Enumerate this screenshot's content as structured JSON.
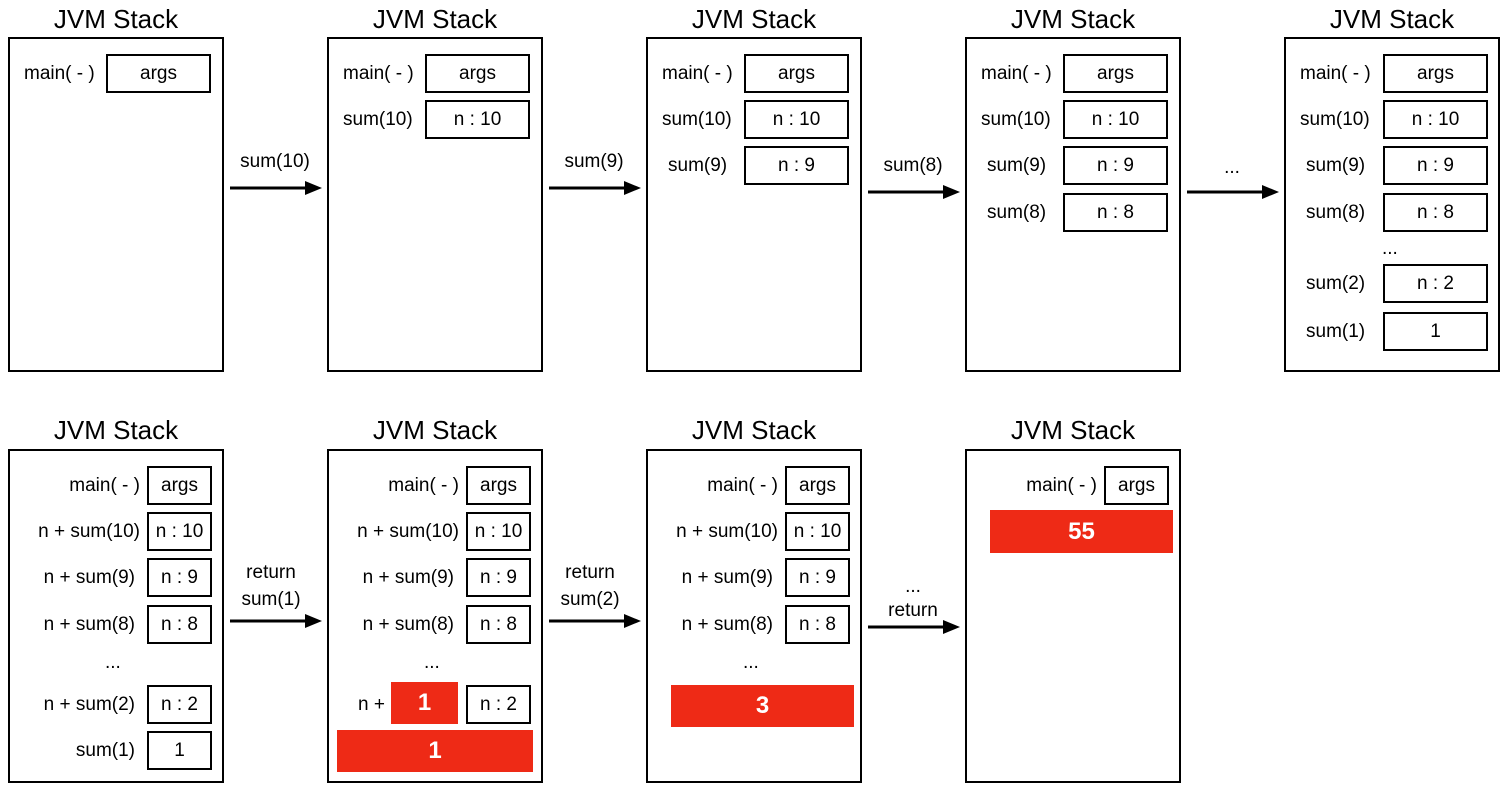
{
  "stack_title": "JVM Stack",
  "dots": "...",
  "top_row": {
    "stack1": {
      "main_label": "main( - )",
      "main_value": "args"
    },
    "stack2": {
      "main_label": "main( - )",
      "main_value": "args",
      "rows": [
        {
          "label": "sum(10)",
          "value": "n : 10"
        }
      ]
    },
    "stack3": {
      "main_label": "main( - )",
      "main_value": "args",
      "rows": [
        {
          "label": "sum(10)",
          "value": "n : 10"
        },
        {
          "label": "sum(9)",
          "value": "n : 9"
        }
      ]
    },
    "stack4": {
      "main_label": "main( - )",
      "main_value": "args",
      "rows": [
        {
          "label": "sum(10)",
          "value": "n : 10"
        },
        {
          "label": "sum(9)",
          "value": "n : 9"
        },
        {
          "label": "sum(8)",
          "value": "n : 8"
        }
      ]
    },
    "stack5": {
      "main_label": "main( - )",
      "main_value": "args",
      "rows": [
        {
          "label": "sum(10)",
          "value": "n : 10"
        },
        {
          "label": "sum(9)",
          "value": "n : 9"
        },
        {
          "label": "sum(8)",
          "value": "n : 8"
        },
        {
          "label": "sum(2)",
          "value": "n : 2"
        },
        {
          "label": "sum(1)",
          "value": "1"
        }
      ]
    },
    "arrows": [
      "sum(10)",
      "sum(9)",
      "sum(8)",
      "..."
    ]
  },
  "bottom_row": {
    "stack1": {
      "main_label": "main( - )",
      "main_value": "args",
      "rows": [
        {
          "label": "n + sum(10)",
          "value": "n : 10"
        },
        {
          "label": "n + sum(9)",
          "value": "n : 9"
        },
        {
          "label": "n + sum(8)",
          "value": "n : 8"
        },
        {
          "label": "n + sum(2)",
          "value": "n : 2"
        },
        {
          "label": "sum(1)",
          "value": "1"
        }
      ]
    },
    "stack2": {
      "main_label": "main( - )",
      "main_value": "args",
      "rows": [
        {
          "label": "n + sum(10)",
          "value": "n : 10"
        },
        {
          "label": "n + sum(9)",
          "value": "n : 9"
        },
        {
          "label": "n + sum(8)",
          "value": "n : 8"
        }
      ],
      "partial_label": "n +",
      "partial_value": "1",
      "partial_cell": "n : 2",
      "result": "1"
    },
    "stack3": {
      "main_label": "main( - )",
      "main_value": "args",
      "rows": [
        {
          "label": "n + sum(10)",
          "value": "n : 10"
        },
        {
          "label": "n + sum(9)",
          "value": "n : 9"
        },
        {
          "label": "n + sum(8)",
          "value": "n : 8"
        }
      ],
      "result": "3"
    },
    "stack4": {
      "main_label": "main( - )",
      "main_value": "args",
      "result": "55"
    },
    "arrows": [
      [
        "return",
        "sum(1)"
      ],
      [
        "return",
        "sum(2)"
      ],
      [
        "...",
        "return"
      ]
    ]
  },
  "colors": {
    "highlight": "#ee2a16"
  }
}
